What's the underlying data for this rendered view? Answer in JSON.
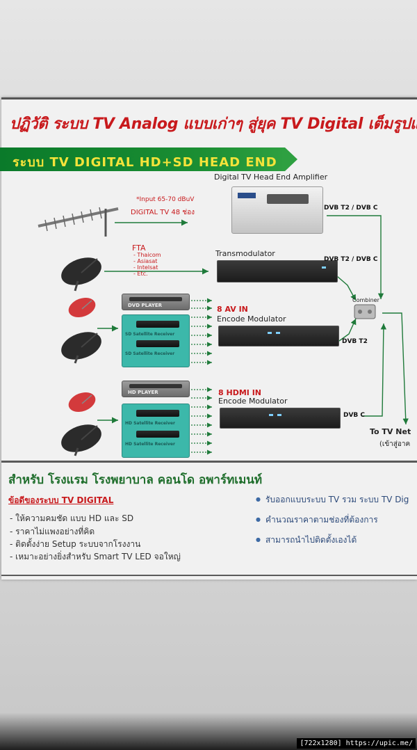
{
  "headline": "ปฏิวัติ ระบบ TV Analog แบบเก่าๆ สู่ยุค TV Digital เต็มรูปแบบ",
  "banner": "ระบบ TV DIGITAL HD+SD HEAD END",
  "amplifier": {
    "title": "Digital TV Head End Amplifier",
    "input_line1": "*Input 65-70 dBuV",
    "input_line2": "DIGITAL TV 48 ช่อง"
  },
  "fta": {
    "title": "FTA",
    "items": [
      "- Thaicom",
      "- Asiasat",
      "- Intelsat",
      "- Etc."
    ]
  },
  "transmodulator": "Transmodulator",
  "av": {
    "count": "8 AV IN",
    "title": "Encode Modulator",
    "player": "DVD PLAYER",
    "receiver1": "SD Satellite Receiver",
    "receiver2": "SD Satellite Receiver"
  },
  "hdmi": {
    "count": "8 HDMI IN",
    "title": "Encode Modulator",
    "player": "HD PLAYER",
    "receiver1": "HD Satellite Receiver",
    "receiver2": "HD Satellite Receiver"
  },
  "combiner": "Combiner",
  "dvb": {
    "t2": "DVB T2",
    "t2_c": "DVB T2 / DVB C",
    "dvbc": "DVB C"
  },
  "to_tv": {
    "line1": "To TV Net",
    "line2": "(เข้าสู่อาค"
  },
  "subheading": "สำหรับ โรงแรม โรงพยาบาล คอนโด อพาร์ทเมนท์",
  "advantages": {
    "title": "ข้อดีของระบบ TV DIGITAL",
    "left": [
      "- ให้ความคมชัด แบบ HD และ SD",
      "- ราคาไม่แพงอย่างที่คิด",
      "- ติดตั้งง่าย Setup ระบบจากโรงงาน",
      "- เหมาะอย่างยิ่งสำหรับ Smart TV LED จอใหญ่"
    ],
    "right": [
      "รับออกแบบระบบ TV รวม ระบบ TV Dig",
      "คำนวณราคาตามช่องที่ต้องการ",
      "สามารถนำไปติดตั้งเองได้"
    ]
  },
  "watermark": "[722x1280] https://upic.me/",
  "colors": {
    "headline": "#c8191c",
    "banner_bg": "#1b8e33",
    "banner_text": "#f4e33a",
    "box": "#3cb8aa",
    "arrow": "#1f7a3a"
  }
}
